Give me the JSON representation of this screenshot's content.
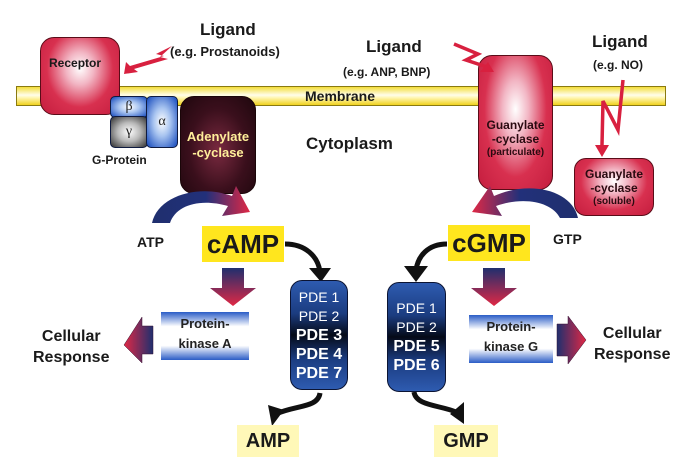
{
  "diagram": {
    "membrane_label": "Membrane",
    "cytoplasm_label": "Cytoplasm",
    "ligands": [
      {
        "title": "Ligand",
        "example": "(e.g. Prostanoids)"
      },
      {
        "title": "Ligand",
        "example": "(e.g. ANP, BNP)"
      },
      {
        "title": "Ligand",
        "example": "(e.g. NO)"
      }
    ],
    "receptor": "Receptor",
    "g_protein": {
      "label": "G-Protein",
      "subunits": {
        "alpha": "α",
        "beta": "β",
        "gamma": "γ"
      }
    },
    "adenylate_cyclase": {
      "line1": "Adenylate",
      "line2": "-cyclase"
    },
    "guanylate_cyclase_particulate": {
      "line1": "Guanylate",
      "line2": "-cyclase",
      "line3": "(particulate)"
    },
    "guanylate_cyclase_soluble": {
      "line1": "Guanylate",
      "line2": "-cyclase",
      "line3": "(soluble)"
    },
    "substrates": {
      "atp": "ATP",
      "gtp": "GTP"
    },
    "second_messengers": {
      "camp": "cAMP",
      "cgmp": "cGMP"
    },
    "products": {
      "amp": "AMP",
      "gmp": "GMP"
    },
    "pde_camp": [
      {
        "label": "PDE 1",
        "bold": false
      },
      {
        "label": "PDE 2",
        "bold": false
      },
      {
        "label": "PDE 3",
        "bold": true
      },
      {
        "label": "PDE 4",
        "bold": true
      },
      {
        "label": "PDE 7",
        "bold": true
      }
    ],
    "pde_cgmp": [
      {
        "label": "PDE 1",
        "bold": false
      },
      {
        "label": "PDE 2",
        "bold": false
      },
      {
        "label": "PDE 5",
        "bold": true
      },
      {
        "label": "PDE 6",
        "bold": true
      }
    ],
    "protein_kinase_a": {
      "line1": "Protein-",
      "line2": "kinase A"
    },
    "protein_kinase_g": {
      "line1": "Protein-",
      "line2": "kinase G"
    },
    "cellular_response_left": {
      "line1": "Cellular",
      "line2": "Response"
    },
    "cellular_response_right": {
      "line1": "Cellular",
      "line2": "Response"
    }
  },
  "colors": {
    "membrane": "#f3dd3a",
    "receptor_red": "#c41d3e",
    "adenylate_dark": "#3a0f1c",
    "pde_blue": "#1b3c80",
    "camp_yellow": "#ffe61e",
    "amp_yellow": "#fff8b8",
    "lightning_red": "#d8203f"
  }
}
